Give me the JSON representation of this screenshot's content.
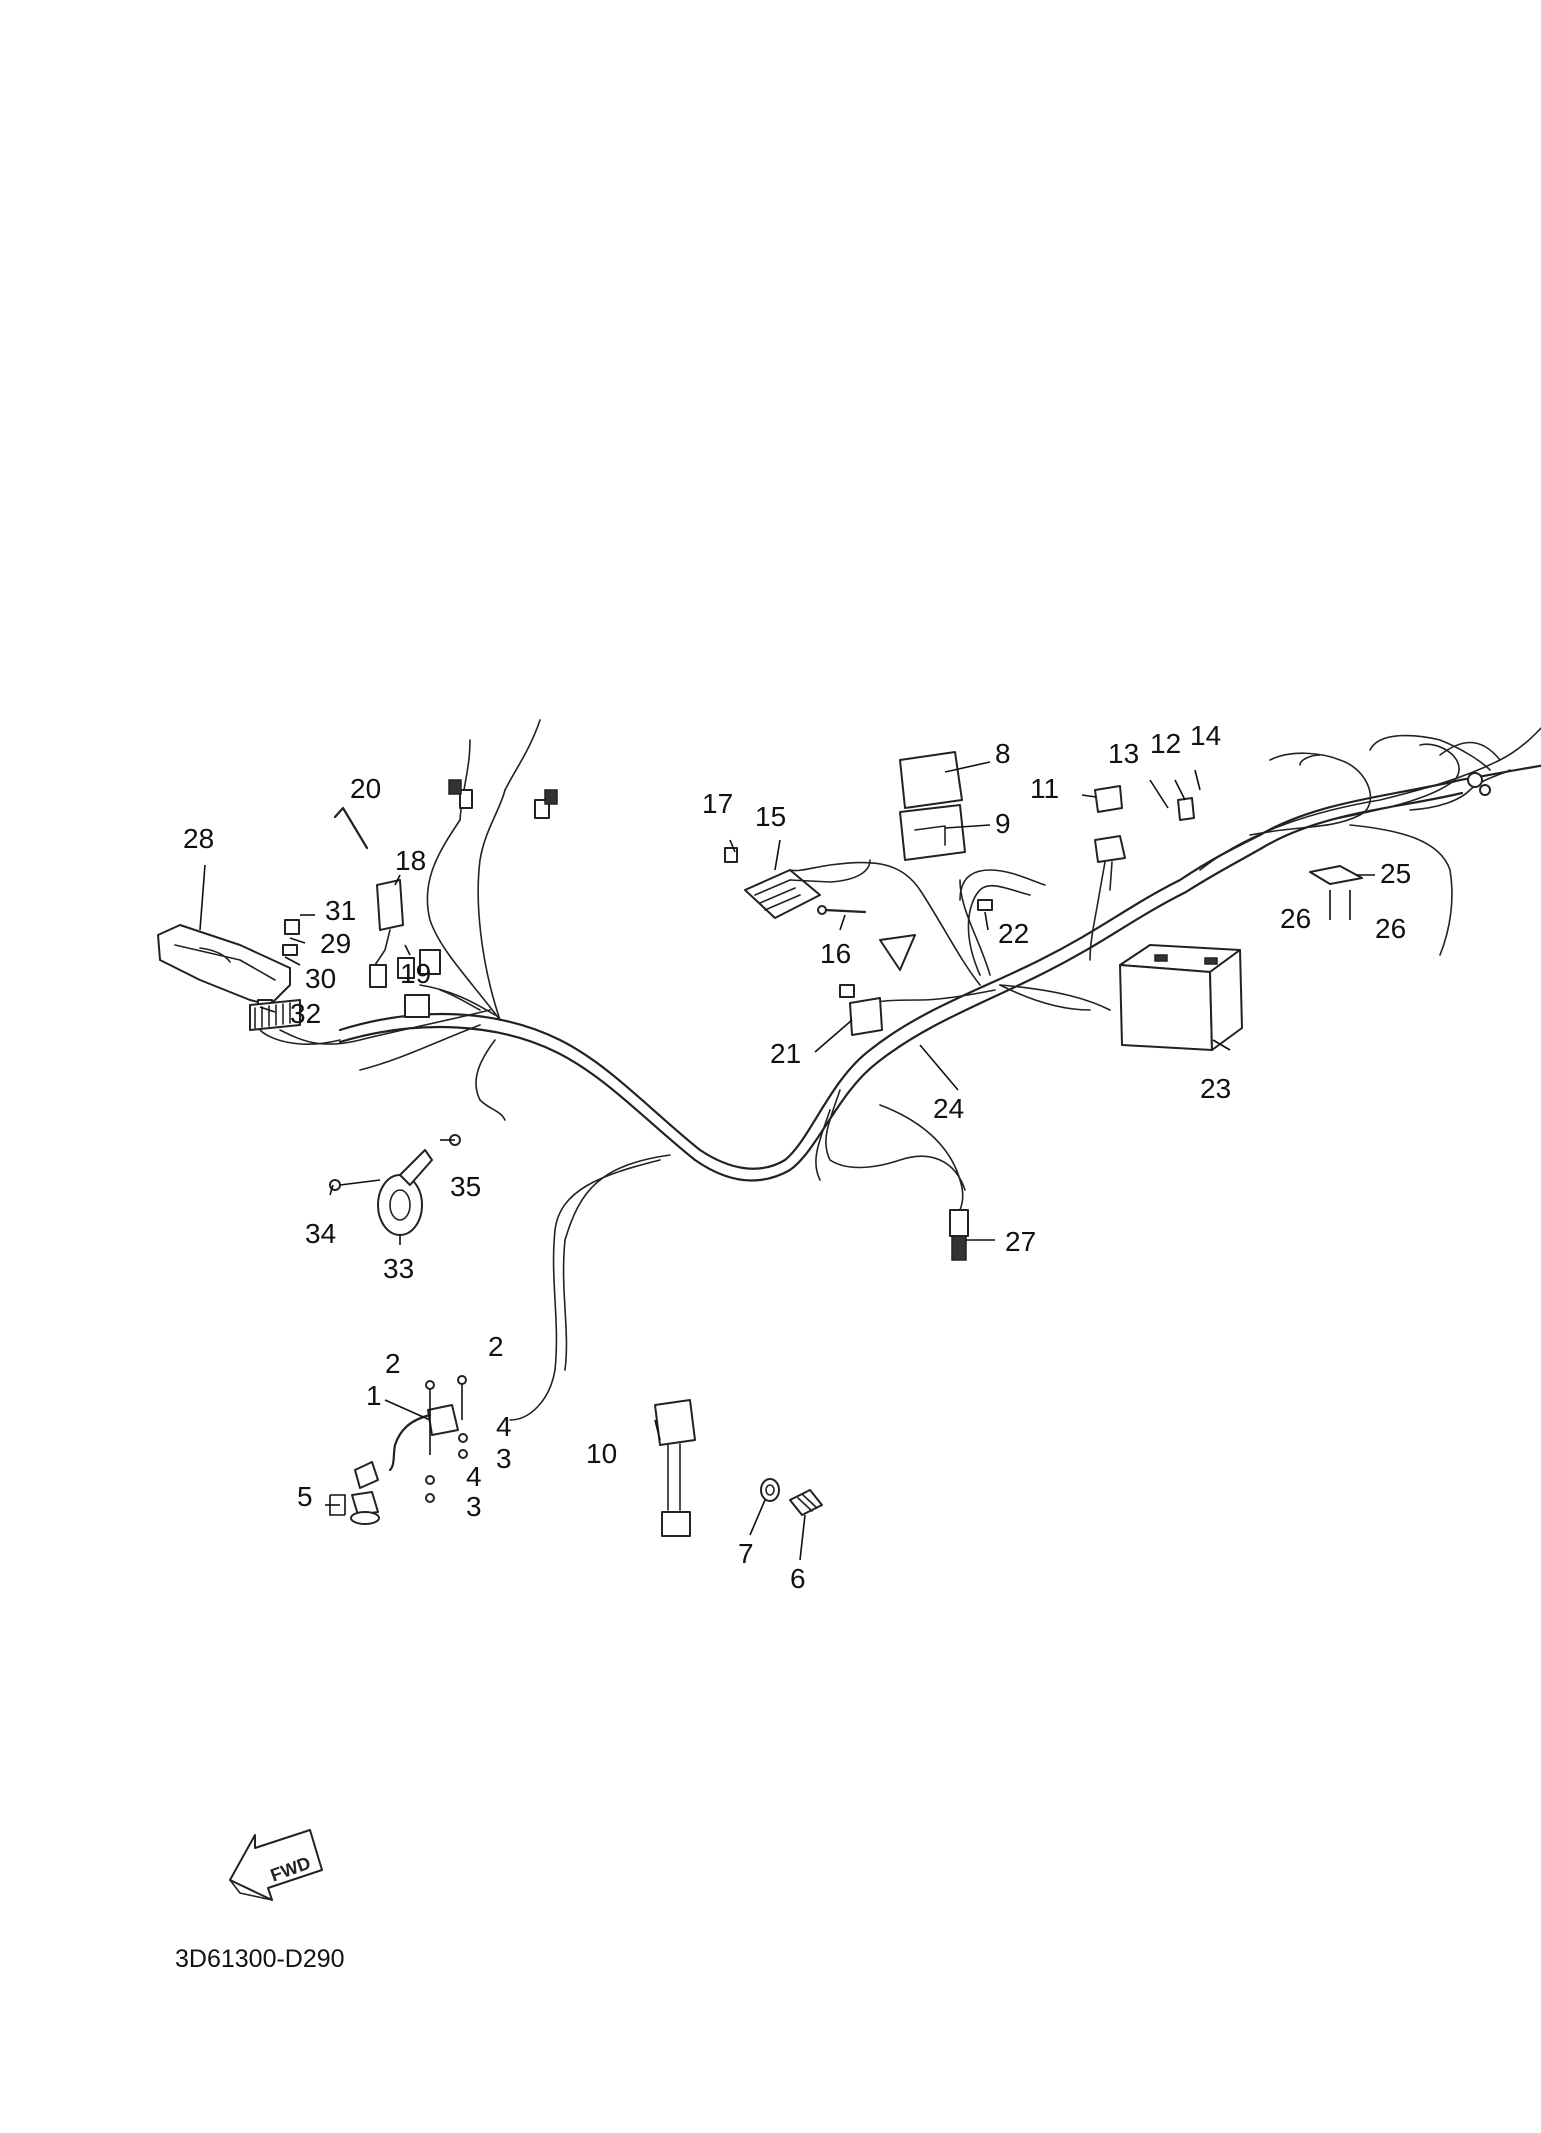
{
  "drawing_code": "3D61300-D290",
  "fwd_label": "FWD",
  "callouts": [
    "1",
    "2",
    "2",
    "3",
    "3",
    "4",
    "4",
    "5",
    "6",
    "7",
    "8",
    "9",
    "10",
    "11",
    "12",
    "13",
    "14",
    "15",
    "16",
    "17",
    "18",
    "19",
    "20",
    "21",
    "22",
    "23",
    "24",
    "25",
    "26",
    "26",
    "27",
    "28",
    "29",
    "30",
    "31",
    "32",
    "33",
    "34",
    "35"
  ],
  "icons": [
    "fwd-arrow-icon"
  ]
}
